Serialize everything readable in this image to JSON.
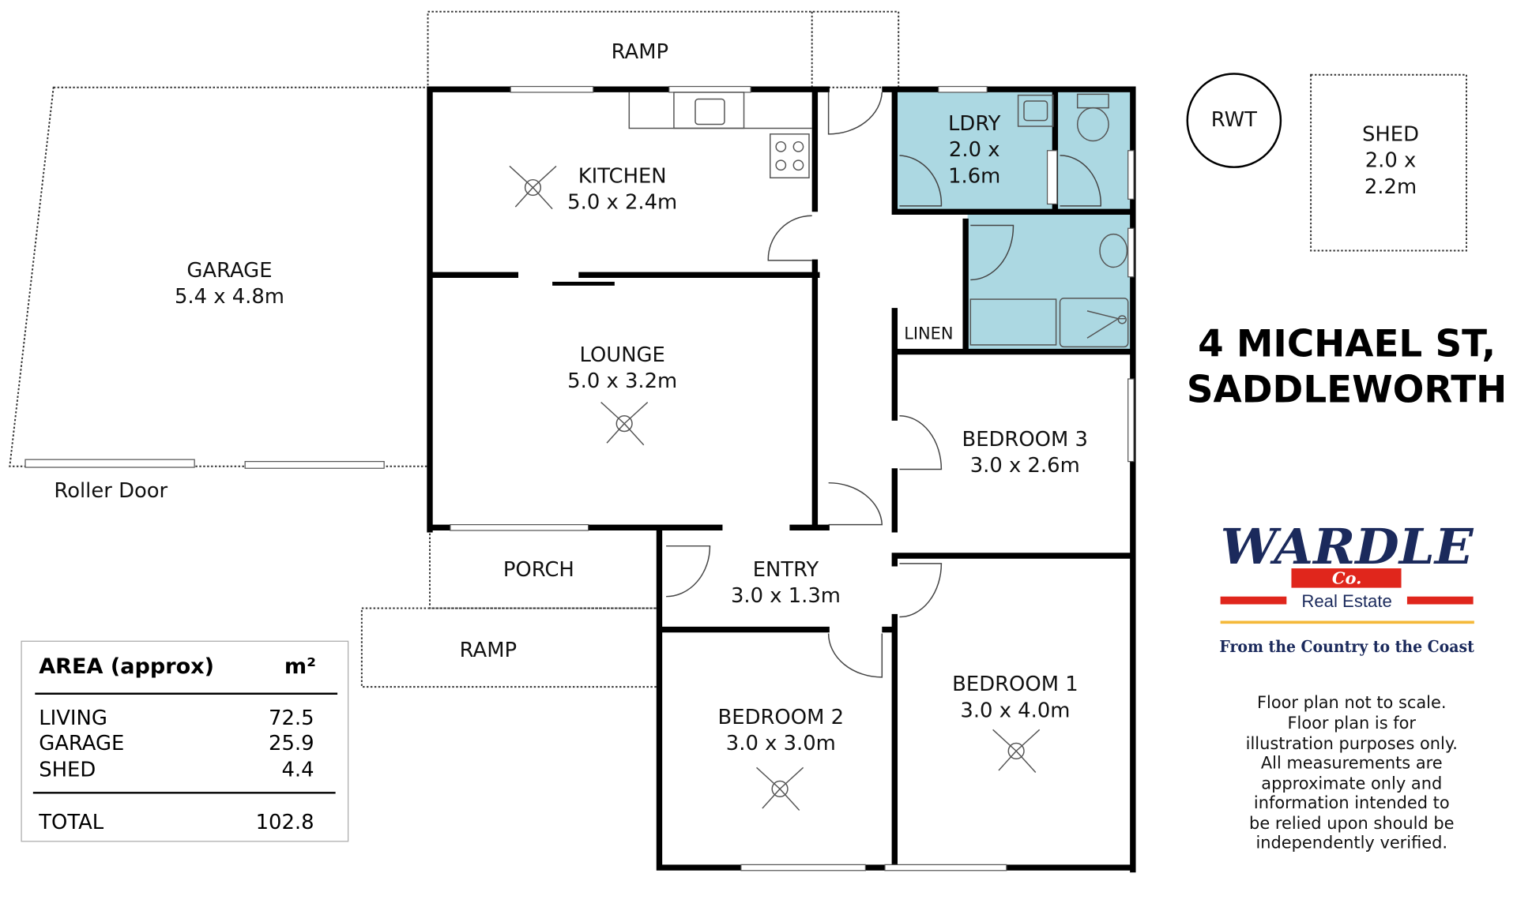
{
  "title": {
    "line1": "4 MICHAEL ST,",
    "line2": "SADDLEWORTH"
  },
  "rooms": {
    "garage": {
      "name": "GARAGE",
      "size": "5.4 x 4.8m"
    },
    "kitchen": {
      "name": "KITCHEN",
      "size": "5.0 x 2.4m"
    },
    "lounge": {
      "name": "LOUNGE",
      "size": "5.0 x 3.2m"
    },
    "ldry": {
      "name": "LDRY",
      "size1": "2.0 x",
      "size2": "1.6m"
    },
    "linen": {
      "name": "LINEN"
    },
    "bed3": {
      "name": "BEDROOM 3",
      "size": "3.0 x 2.6m"
    },
    "entry": {
      "name": "ENTRY",
      "size": "3.0 x 1.3m"
    },
    "porch": {
      "name": "PORCH"
    },
    "bed2": {
      "name": "BEDROOM 2",
      "size": "3.0 x 3.0m"
    },
    "bed1": {
      "name": "BEDROOM 1",
      "size": "3.0 x 4.0m"
    },
    "ramp_top": {
      "name": "RAMP"
    },
    "ramp_bottom": {
      "name": "RAMP"
    },
    "shed": {
      "name": "SHED",
      "size1": "2.0 x",
      "size2": "2.2m"
    },
    "rwt": {
      "name": "RWT"
    },
    "roller_door": {
      "name": "Roller Door"
    }
  },
  "area_table": {
    "header": "AREA (approx)",
    "unit": "m²",
    "rows": [
      {
        "label": "LIVING",
        "value": "72.5"
      },
      {
        "label": "GARAGE",
        "value": "25.9"
      },
      {
        "label": "SHED",
        "value": "4.4"
      }
    ],
    "total": {
      "label": "TOTAL",
      "value": "102.8"
    }
  },
  "logo": {
    "brand": "WARDLE",
    "co": "Co.",
    "sub": "Real Estate",
    "tagline": "From the Country to the Coast",
    "navy": "#1b2a5c",
    "red": "#e0261c",
    "gold": "#f4b93a"
  },
  "disclaimer": [
    "Floor plan not to scale.",
    "Floor plan is for",
    "illustration purposes only.",
    "All measurements are",
    "approximate only and",
    "information intended to",
    "be relied upon should be",
    "independently verified."
  ],
  "colors": {
    "wet_area": "#acd8e2"
  }
}
